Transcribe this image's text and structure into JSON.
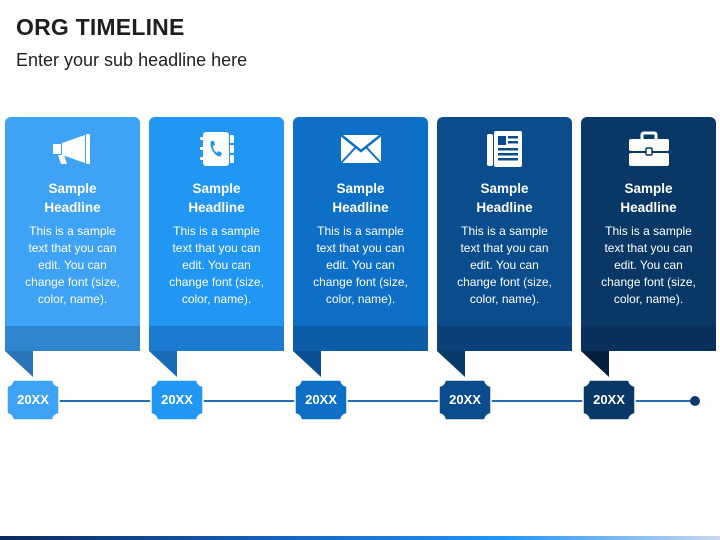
{
  "title": "ORG TIMELINE",
  "subtitle": "Enter your sub headline here",
  "colors": {
    "timeline": "#2a6fb5",
    "cards": [
      "#3ea2f5",
      "#2196f3",
      "#0e6fc6",
      "#0b4c8d",
      "#0a3866"
    ],
    "bands": [
      "#2f86cd",
      "#1b7bd0",
      "#0d5ca6",
      "#0a4179",
      "#08305a"
    ],
    "flags": [
      "#2a74b8",
      "#176bb7",
      "#0b4f93",
      "#083a6c",
      "#061f3d"
    ]
  },
  "steps": [
    {
      "icon": "megaphone-icon",
      "headline": [
        "Sample",
        "Headline"
      ],
      "body": [
        "This is a sample",
        "text that you can",
        "edit. You can",
        "change font (size,",
        "color, name)."
      ],
      "year": "20XX"
    },
    {
      "icon": "contacts-book-icon",
      "headline": [
        "Sample",
        "Headline"
      ],
      "body": [
        "This is a sample",
        "text that you can",
        "edit. You can",
        "change font (size,",
        "color, name)."
      ],
      "year": "20XX"
    },
    {
      "icon": "envelope-icon",
      "headline": [
        "Sample",
        "Headline"
      ],
      "body": [
        "This is a sample",
        "text that you can",
        "edit. You can",
        "change font (size,",
        "color, name)."
      ],
      "year": "20XX"
    },
    {
      "icon": "newspaper-icon",
      "headline": [
        "Sample",
        "Headline"
      ],
      "body": [
        "This is a sample",
        "text that you can",
        "edit. You can",
        "change font (size,",
        "color, name)."
      ],
      "year": "20XX"
    },
    {
      "icon": "briefcase-icon",
      "headline": [
        "Sample",
        "Headline"
      ],
      "body": [
        "This is a sample",
        "text that you can",
        "edit. You can",
        "change font (size,",
        "color, name)."
      ],
      "year": "20XX"
    }
  ]
}
